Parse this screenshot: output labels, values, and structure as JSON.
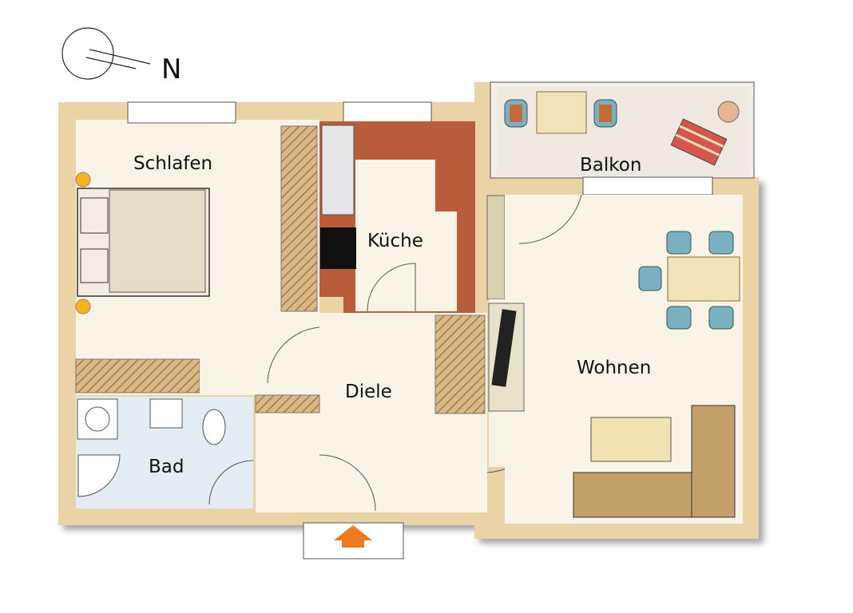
{
  "compass": {
    "label": "N"
  },
  "rooms": {
    "schlafen": "Schlafen",
    "kueche": "Küche",
    "balkon": "Balkon",
    "wohnen": "Wohnen",
    "diele": "Diele",
    "bad": "Bad"
  },
  "colors": {
    "wall": "#e9d3a7",
    "floor": "#faf4e6",
    "kitchen_counter": "#b85c3c",
    "bath_floor": "#e4edf3",
    "entrance_arrow": "#f07a1e",
    "wood": "#b88a55"
  }
}
